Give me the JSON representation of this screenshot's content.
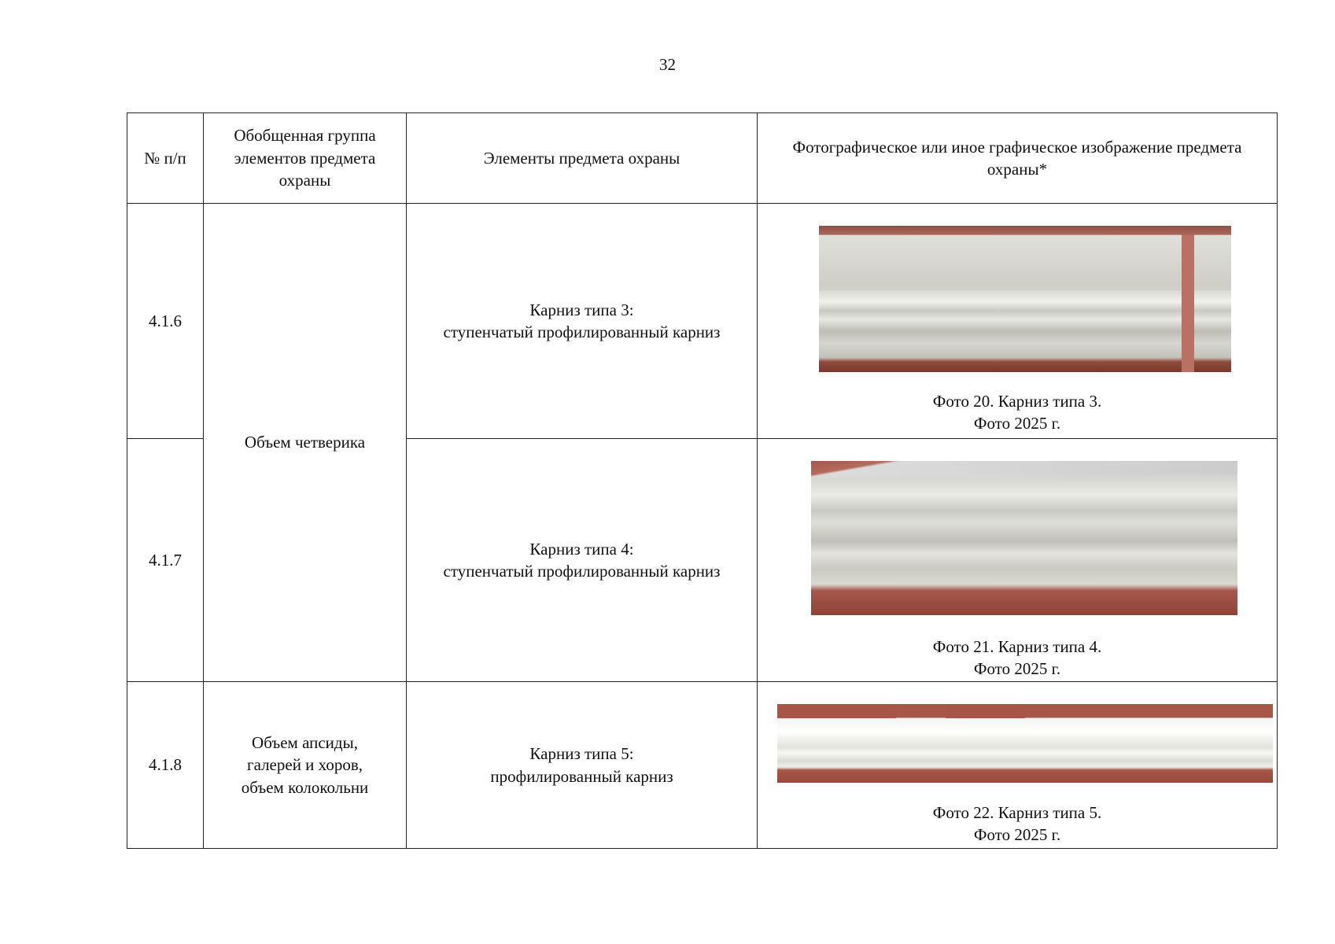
{
  "page_number": "32",
  "table": {
    "headers": [
      "№ п/п",
      "Обобщенная группа элементов предмета охраны",
      "Элементы предмета охраны",
      "Фотографическое или иное графическое изображение предмета охраны*"
    ],
    "rows": [
      {
        "num": "4.1.6",
        "group": "Объем четверика",
        "element_line1": "Карниз типа 3:",
        "element_line2": "ступенчатый профилированный карниз",
        "caption_line1": "Фото 20. Карниз типа 3.",
        "caption_line2": "Фото 2025 г."
      },
      {
        "num": "4.1.7",
        "element_line1": "Карниз типа 4:",
        "element_line2": "ступенчатый профилированный карниз",
        "caption_line1": "Фото 21. Карниз типа 4.",
        "caption_line2": "Фото 2025 г."
      },
      {
        "num": "4.1.8",
        "group_line1": "Объем апсиды,",
        "group_line2": "галерей и хоров,",
        "group_line3": "объем колокольни",
        "element_line1": "Карниз типа 5:",
        "element_line2": "профилированный карниз",
        "caption_line1": "Фото 22. Карниз типа 5.",
        "caption_line2": "Фото 2025 г."
      }
    ]
  }
}
